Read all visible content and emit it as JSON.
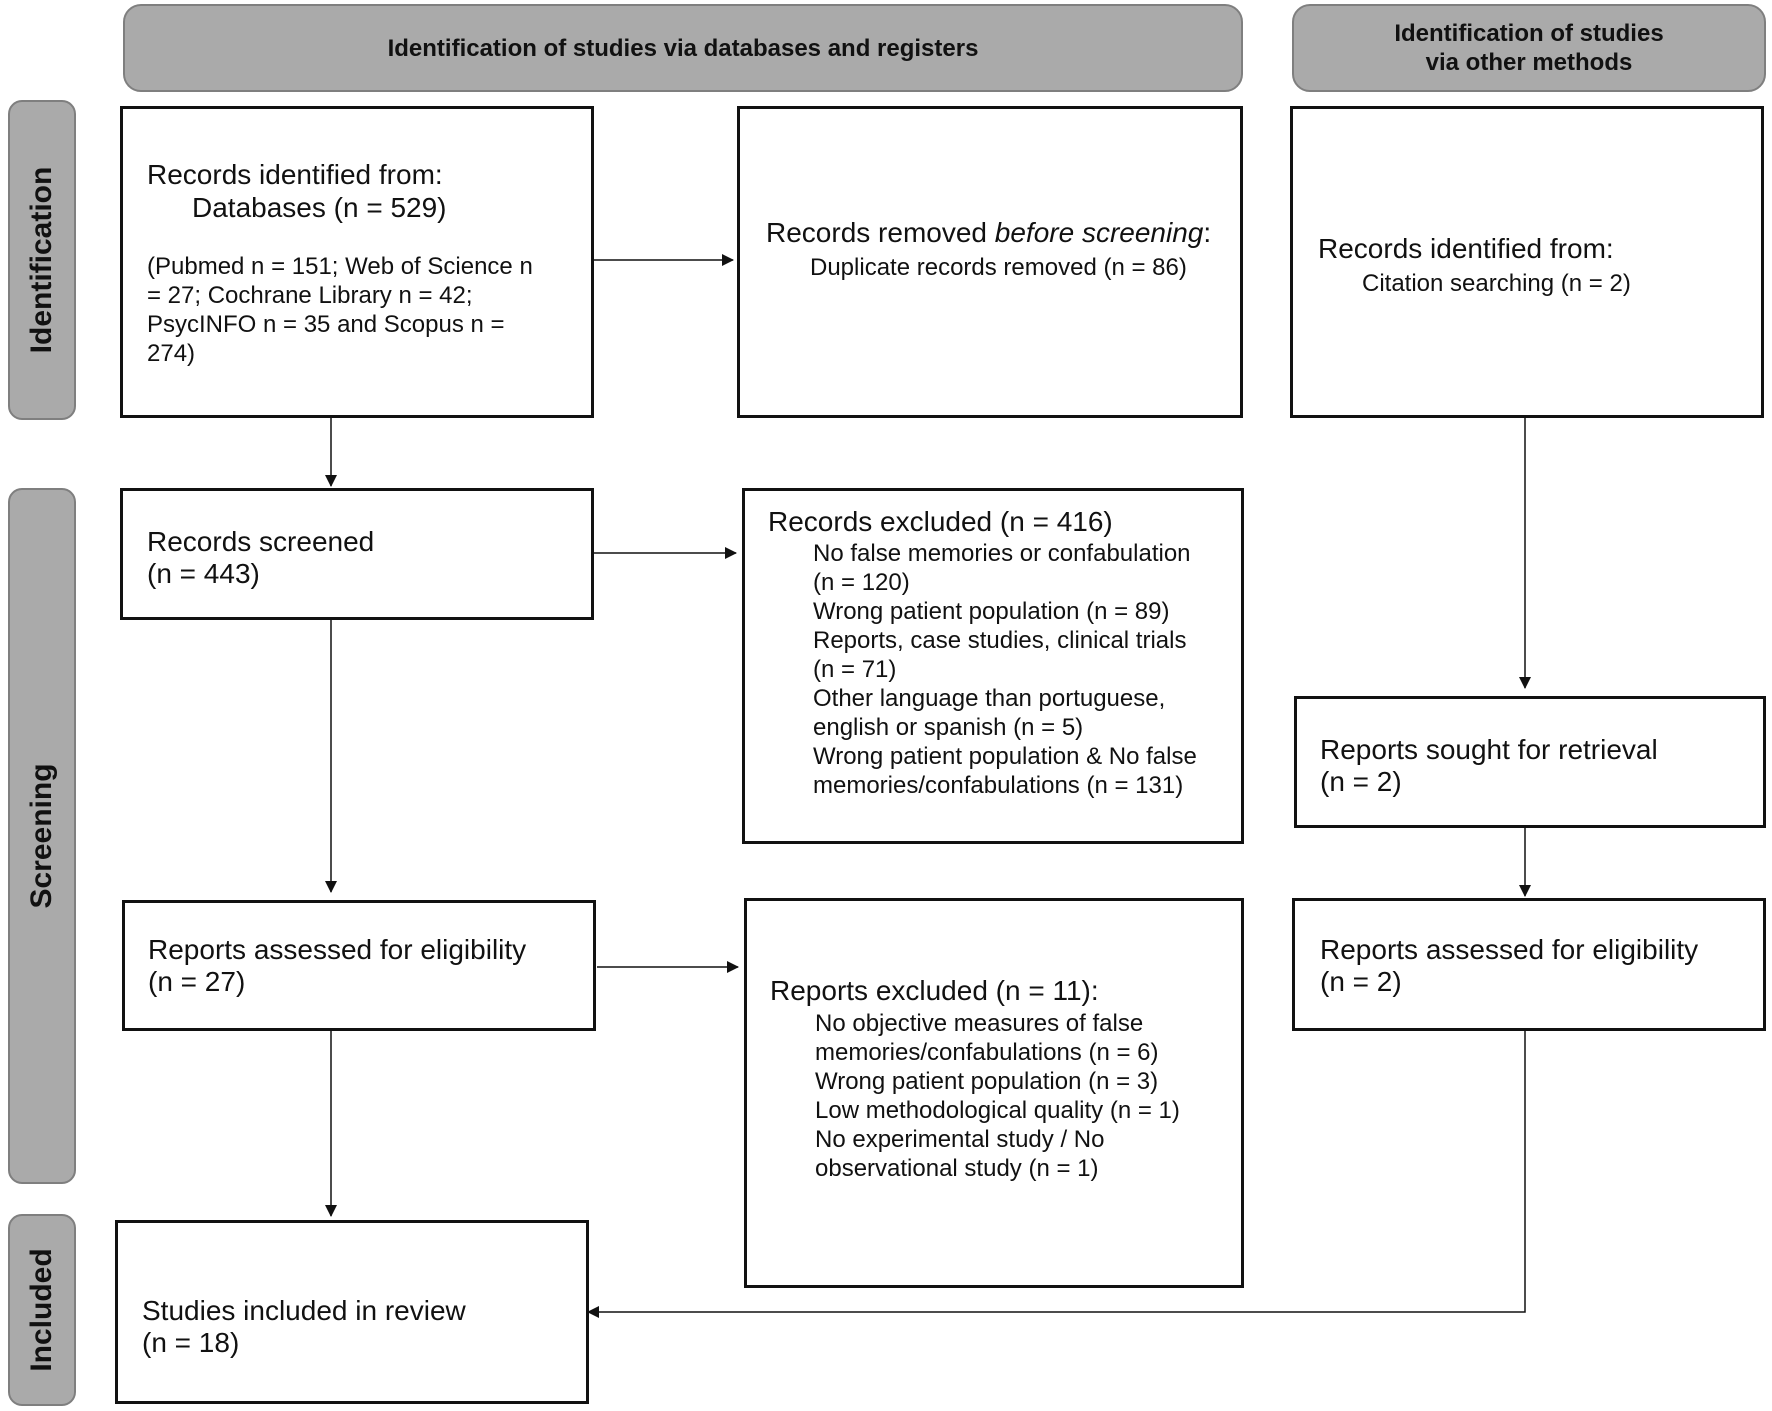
{
  "headers": {
    "databases": "Identification of studies via databases and registers",
    "other_line1": "Identification of studies",
    "other_line2": "via other methods"
  },
  "phases": {
    "identification": "Identification",
    "screening": "Screening",
    "included": "Included"
  },
  "records_identified": {
    "title": "Records identified from:",
    "databases": "Databases (n = 529)",
    "detail": [
      "(Pubmed n = 151; Web of Science n",
      "= 27; Cochrane Library n = 42;",
      "PsycINFO n = 35 and Scopus n =",
      "274)"
    ]
  },
  "records_removed": {
    "title_prefix": "Records removed ",
    "title_emph": "before screening",
    "title_suffix": ":",
    "detail": "Duplicate records removed (n = 86)"
  },
  "other_identified": {
    "title": "Records identified from:",
    "detail": "Citation searching (n = 2)"
  },
  "records_screened": {
    "line1": "Records screened",
    "line2": "(n = 443)"
  },
  "records_excluded": {
    "title": "Records excluded (n = 416)",
    "items": [
      "No false memories or confabulation",
      "(n = 120)",
      "Wrong patient population (n = 89)",
      "Reports, case studies, clinical trials",
      "(n = 71)",
      "Other language than portuguese,",
      "english or spanish (n = 5)",
      "Wrong patient population & No false",
      "memories/confabulations (n = 131)"
    ]
  },
  "reports_sought": {
    "line1": "Reports sought for retrieval",
    "line2": "(n = 2)"
  },
  "reports_assessed_db": {
    "line1": "Reports assessed for eligibility",
    "line2": "(n = 27)"
  },
  "reports_excluded": {
    "title": "Reports excluded (n = 11):",
    "items": [
      "No objective measures of false",
      "memories/confabulations (n = 6)",
      "Wrong patient population (n = 3)",
      "Low methodological quality (n = 1)",
      "No experimental study / No",
      "observational study (n = 1)"
    ]
  },
  "reports_assessed_other": {
    "line1": "Reports assessed for eligibility",
    "line2": "(n = 2)"
  },
  "studies_included": {
    "line1": "Studies included in review",
    "line2": "(n = 18)"
  }
}
